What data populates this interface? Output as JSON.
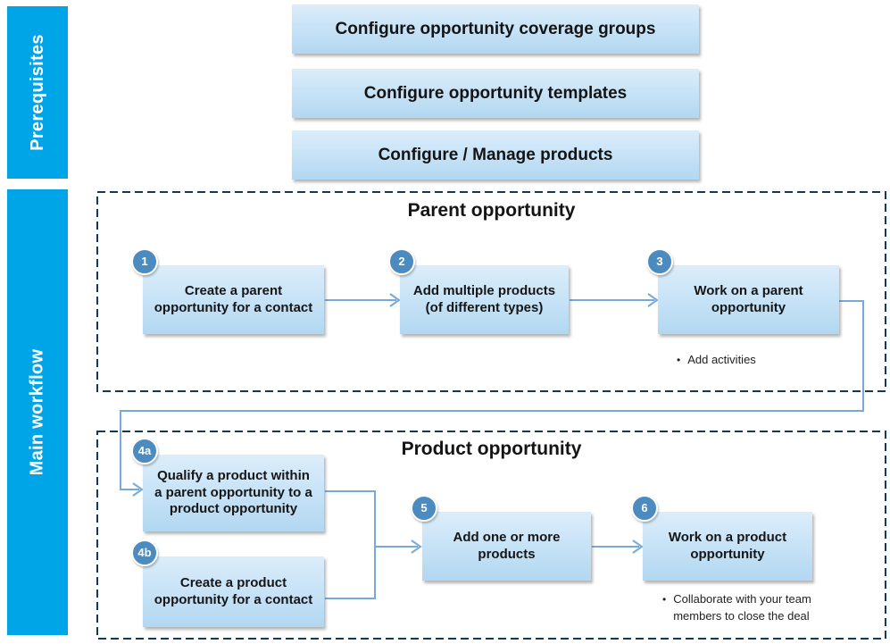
{
  "sidebar": {
    "prerequisites_label": "Prerequisites",
    "main_workflow_label": "Main workflow"
  },
  "prerequisites": {
    "items": [
      {
        "label": "Configure opportunity coverage groups"
      },
      {
        "label": "Configure opportunity templates"
      },
      {
        "label": "Configure / Manage products"
      }
    ]
  },
  "parent_section": {
    "title": "Parent opportunity",
    "steps": [
      {
        "badge": "1",
        "label": "Create a parent opportunity for a contact"
      },
      {
        "badge": "2",
        "label": "Add multiple products (of different types)"
      },
      {
        "badge": "3",
        "label": "Work on a parent opportunity",
        "note": "Add activities"
      }
    ]
  },
  "product_section": {
    "title": "Product opportunity",
    "steps": [
      {
        "badge": "4a",
        "label": "Qualify a product within a parent opportunity to a product opportunity"
      },
      {
        "badge": "4b",
        "label": "Create a product opportunity for a contact"
      },
      {
        "badge": "5",
        "label": "Add one or more products"
      },
      {
        "badge": "6",
        "label": "Work on a product opportunity",
        "note": "Collaborate with your team members to close the deal"
      }
    ]
  },
  "colors": {
    "sidebar_cyan": "#00a5e8",
    "badge_blue": "#4b8bc0",
    "connector_blue": "#76abd9",
    "dashed_border_navy": "#10395c",
    "box_gradient_top": "#dcedfa",
    "box_gradient_bottom": "#b2d7f1"
  }
}
